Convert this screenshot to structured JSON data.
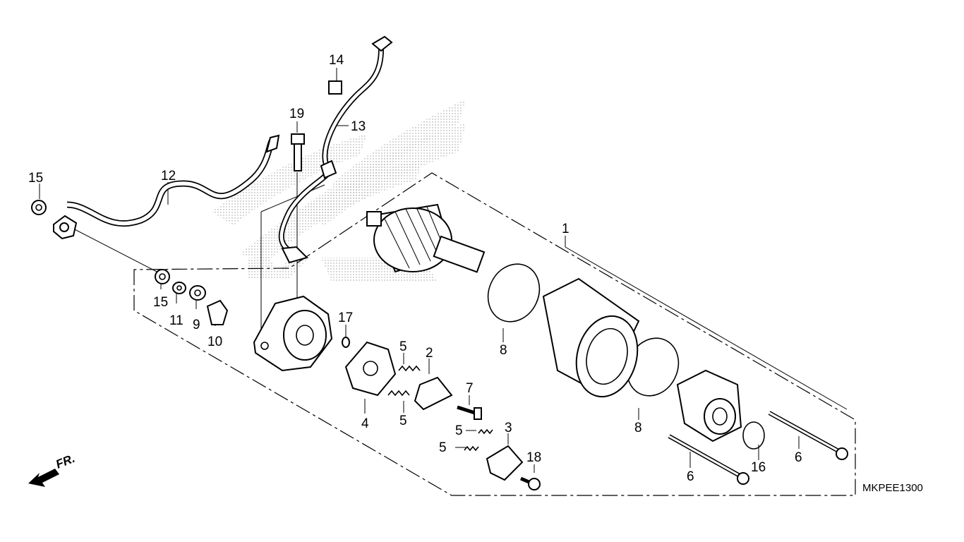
{
  "diagram": {
    "code": "MKPEE1300",
    "direction_label": "FR.",
    "callouts": [
      {
        "id": "c1",
        "num": "1"
      },
      {
        "id": "c2",
        "num": "2"
      },
      {
        "id": "c3",
        "num": "3"
      },
      {
        "id": "c4",
        "num": "4"
      },
      {
        "id": "c5a",
        "num": "5"
      },
      {
        "id": "c5b",
        "num": "5"
      },
      {
        "id": "c5c",
        "num": "5"
      },
      {
        "id": "c5d",
        "num": "5"
      },
      {
        "id": "c6a",
        "num": "6"
      },
      {
        "id": "c6b",
        "num": "6"
      },
      {
        "id": "c7",
        "num": "7"
      },
      {
        "id": "c8a",
        "num": "8"
      },
      {
        "id": "c8b",
        "num": "8"
      },
      {
        "id": "c9",
        "num": "9"
      },
      {
        "id": "c10",
        "num": "10"
      },
      {
        "id": "c11",
        "num": "11"
      },
      {
        "id": "c12",
        "num": "12"
      },
      {
        "id": "c13",
        "num": "13"
      },
      {
        "id": "c14",
        "num": "14"
      },
      {
        "id": "c15a",
        "num": "15"
      },
      {
        "id": "c15b",
        "num": "15"
      },
      {
        "id": "c16",
        "num": "16"
      },
      {
        "id": "c17",
        "num": "17"
      },
      {
        "id": "c18",
        "num": "18"
      },
      {
        "id": "c19",
        "num": "19"
      }
    ]
  }
}
